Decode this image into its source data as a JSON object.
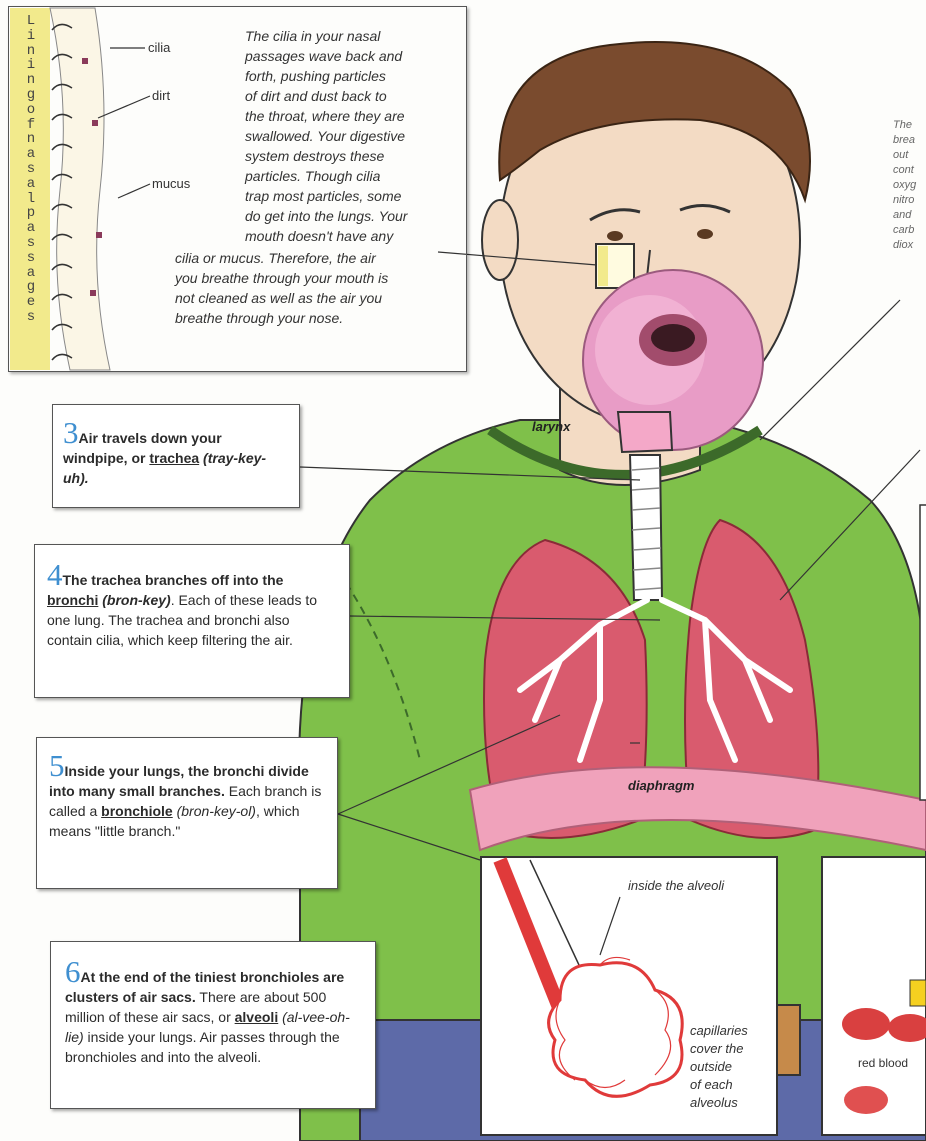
{
  "nasal_panel": {
    "vertical_label": "Lining of nasal passages",
    "labels": {
      "cilia": "cilia",
      "dirt": "dirt",
      "mucus": "mucus"
    },
    "text_lines": [
      "The cilia in your nasal",
      "passages wave back and",
      "forth, pushing particles",
      "of dirt and dust back to",
      "the throat, where they are",
      "swallowed. Your digestive",
      "system destroys these",
      "particles.  Though cilia",
      "trap most particles, some",
      "do get into the lungs. Your",
      "mouth doesn't have any"
    ],
    "text_lines_full": [
      "cilia or mucus. Therefore, the air",
      "you breathe through your mouth is",
      "not cleaned as well as the air you",
      "breathe through your nose."
    ]
  },
  "right_edge_note": [
    "The",
    "brea",
    "out",
    "cont",
    "oxyg",
    "nitro",
    "and",
    "carb",
    "diox"
  ],
  "diagram_labels": {
    "larynx": "larynx",
    "diaphragm": "diaphragm",
    "inside_alveoli": "inside the alveoli",
    "capillaries": [
      "capillaries",
      "cover the",
      "outside",
      "of each",
      "alveolus"
    ],
    "red_blood": "red blood"
  },
  "steps": {
    "s3": {
      "num": "3",
      "bold": "Air travels down your windpipe, or ",
      "term": "trachea",
      "pron": " (tray-key-uh)."
    },
    "s4": {
      "num": "4",
      "bold": "The trachea branches off into the ",
      "term": "bronchi",
      "pron": " (bron-key)",
      "rest": ". Each of these leads to one lung.  The trachea and bronchi also contain cilia, which keep filtering the air."
    },
    "s5": {
      "num": "5",
      "bold": "Inside your lungs, the bronchi divide into many small branches.",
      "rest1": " Each branch is called a ",
      "term": "bronchiole",
      "pron": " (bron-key-ol)",
      "rest2": ", which means \"little branch.\""
    },
    "s6": {
      "num": "6",
      "bold": "At the end of the tiniest bronchioles are clusters of air sacs.",
      "rest1": " There are about 500 million of these air sacs, or ",
      "term": "alveoli",
      "pron": " (al-vee-oh-lie)",
      "rest2": " inside your lungs.  Air passes through the bronchioles and into the alveoli."
    }
  },
  "colors": {
    "shirt": "#7fc04a",
    "lung": "#d95b6e",
    "skin": "#f3dbc4",
    "hair": "#7a4b2e",
    "step_number": "#3f8fd0",
    "mucus_band": "#f2ea8c"
  }
}
